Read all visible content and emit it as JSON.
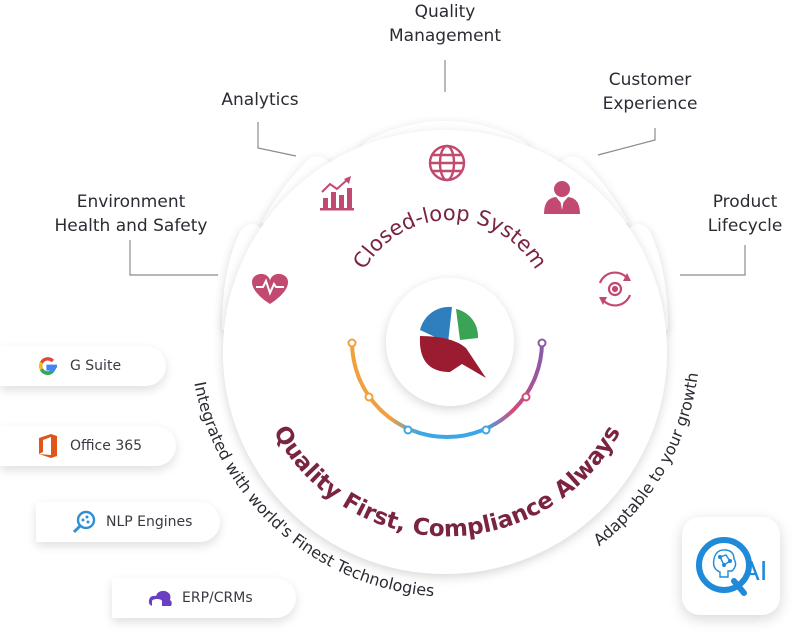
{
  "categories": {
    "quality_management": [
      "Quality",
      "Management"
    ],
    "analytics": [
      "Analytics"
    ],
    "customer_experience": [
      "Customer",
      "Experience"
    ],
    "environment_health_safety": [
      "Environment",
      "Health and Safety"
    ],
    "product_lifecycle": [
      "Product",
      "Lifecycle"
    ]
  },
  "center": {
    "top_arc_text": "Closed-loop System",
    "bottom_arc_text": "Quality First, Compliance Always"
  },
  "outer_arcs": {
    "left": "Integrated with world's Finest Technologies",
    "right": "Adaptable to your growth"
  },
  "integrations": [
    {
      "label": "G Suite",
      "icon": "google-g-icon"
    },
    {
      "label": "Office 365",
      "icon": "office-365-icon"
    },
    {
      "label": "NLP Engines",
      "icon": "nlp-magnifier-icon"
    },
    {
      "label": "ERP/CRMs",
      "icon": "database-cloud-icon"
    }
  ],
  "badge": {
    "text": "AI",
    "icon": "qai-brain-badge"
  },
  "colors": {
    "maroon": "#7a2440",
    "icon_pink": "#c2496f",
    "logo_blue": "#2f7fbf",
    "logo_green": "#3aa354",
    "logo_red": "#9b1b30",
    "arc_blue": "#3ea6e6",
    "arc_orange": "#f0a03c",
    "arc_pink": "#d54a79"
  }
}
